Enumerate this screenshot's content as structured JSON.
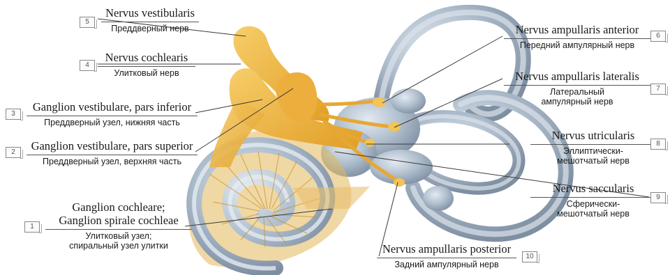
{
  "labels": [
    {
      "num": "5",
      "latin": "Nervus vestibularis",
      "russian": "Преддверный нерв"
    },
    {
      "num": "4",
      "latin": "Nervus cochlearis",
      "russian": "Улитковый нерв"
    },
    {
      "num": "3",
      "latin": "Ganglion vestibulare, pars inferior",
      "russian": "Преддверный узел, нижняя часть"
    },
    {
      "num": "2",
      "latin": "Ganglion vestibulare, pars superior",
      "russian": "Преддверный узел, верхняя часть"
    },
    {
      "num": "1",
      "latin1": "Ganglion cochleare;",
      "latin2": "Ganglion spirale cochleae",
      "russian1": "Улитковый узел;",
      "russian2": "спиральный узел улитки"
    },
    {
      "num": "6",
      "latin": "Nervus ampullaris anterior",
      "russian": "Передний ампулярный нерв"
    },
    {
      "num": "7",
      "latin": "Nervus ampullaris lateralis",
      "russian1": "Латеральный",
      "russian2": "ампулярный нерв"
    },
    {
      "num": "8",
      "latin": "Nervus utricularis",
      "russian1": "Эллиптически-",
      "russian2": "мешотчатый нерв"
    },
    {
      "num": "9",
      "latin": "Nervus saccularis",
      "russian1": "Сферически-",
      "russian2": "мешотчатый нерв"
    },
    {
      "num": "10",
      "latin": "Nervus ampullaris posterior",
      "russian": "Задний ампулярный нерв"
    }
  ],
  "colors": {
    "nerve": "#f2b640",
    "nerve_dark": "#d98f1a",
    "labyrinth": "#a9b8c8",
    "labyrinth_light": "#d6dfe8",
    "labyrinth_dark": "#6f7f92",
    "leader": "#3a3a3a"
  }
}
